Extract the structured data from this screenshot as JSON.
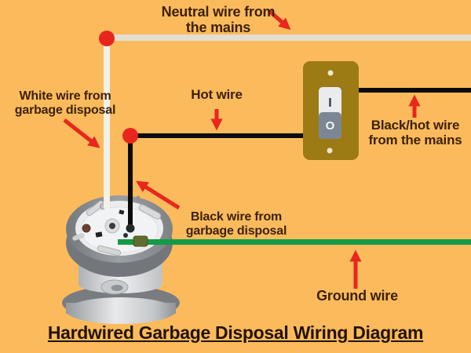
{
  "title": "Hardwired Garbage Disposal Wiring Diagram",
  "labels": {
    "neutral_mains": "Neutral wire from\nthe mains",
    "white_from_disposal": "White wire from\ngarbage disposal",
    "hot_wire": "Hot wire",
    "black_hot_from_mains": "Black/hot wire\nfrom the mains",
    "black_from_disposal": "Black wire from\ngarbage disposal",
    "ground_wire": "Ground wire"
  },
  "switch": {
    "on_mark": "I",
    "off_mark": "O"
  },
  "colors": {
    "background": "#FBBB5C",
    "neutral_wire": "#E3DED2",
    "white_wire": "#F4F1E9",
    "black_wire": "#0B0B0B",
    "ground_wire": "#149B46",
    "arrow_red": "#E9261E",
    "junction_dot": "#E9261E",
    "switch_plate": "#9C7A14",
    "label_text": "#3D2109",
    "title_text": "#231204"
  }
}
